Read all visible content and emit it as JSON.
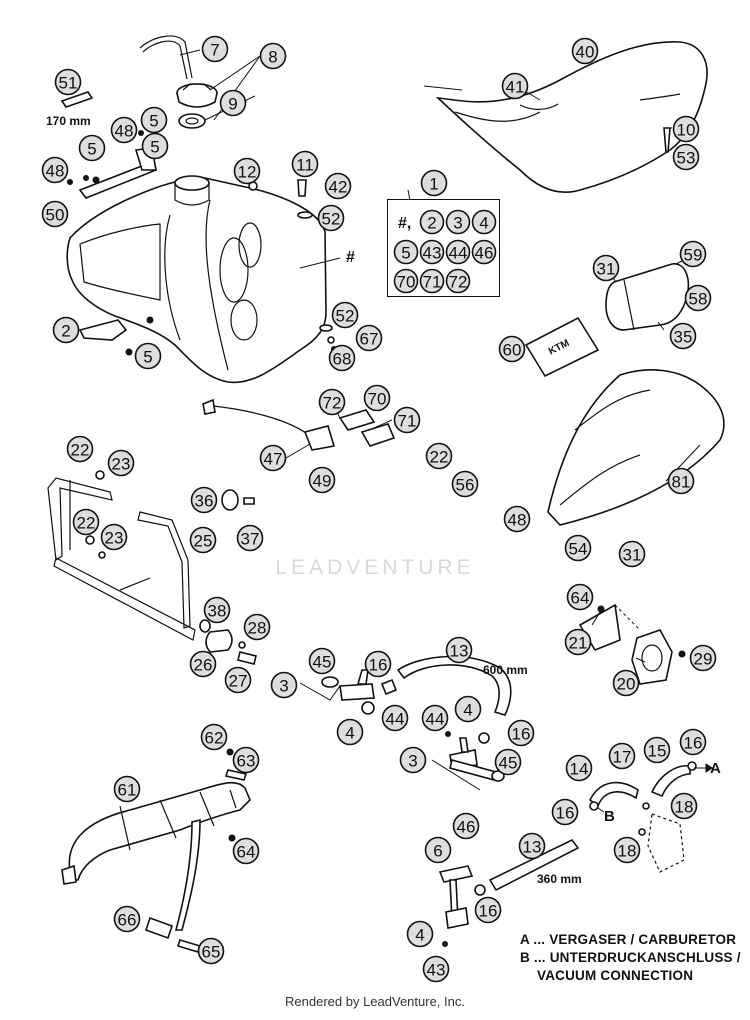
{
  "diagram": {
    "callouts": [
      "7",
      "8",
      "9",
      "51",
      "48",
      "5",
      "5",
      "48",
      "5",
      "50",
      "12",
      "11",
      "42",
      "52",
      "2",
      "5",
      "52",
      "67",
      "68",
      "40",
      "41",
      "10",
      "53",
      "1",
      "31",
      "59",
      "58",
      "35",
      "60",
      "72",
      "70",
      "71",
      "47",
      "49",
      "22",
      "56",
      "81",
      "48",
      "54",
      "31",
      "22",
      "23",
      "22",
      "23",
      "36",
      "37",
      "25",
      "38",
      "26",
      "28",
      "27",
      "64",
      "21",
      "29",
      "20",
      "45",
      "3",
      "16",
      "13",
      "4",
      "44",
      "44",
      "4",
      "16",
      "3",
      "45",
      "62",
      "63",
      "61",
      "64",
      "14",
      "17",
      "15",
      "16",
      "16",
      "18",
      "18",
      "13",
      "6",
      "46",
      "16",
      "4",
      "43",
      "66",
      "65"
    ],
    "kit_row1_prefix": "#,",
    "kit_contents": [
      [
        "2",
        "3",
        "4"
      ],
      [
        "5",
        "43",
        "44",
        "46"
      ],
      [
        "70",
        "71",
        "72"
      ]
    ],
    "tank_marker": "#",
    "kit_number": "1",
    "dimensions": [
      "170 mm",
      "600 mm",
      "360 mm"
    ],
    "connector_labels": [
      "A",
      "B"
    ]
  },
  "legend": {
    "line_a": "A ... VERGASER / CARBURETOR",
    "line_b1": "B ... UNTERDRUCKANSCHLUSS /",
    "line_b2": "VACUUM CONNECTION"
  },
  "watermark": "LEADVENTURE",
  "footer": "Rendered by LeadVenture, Inc."
}
